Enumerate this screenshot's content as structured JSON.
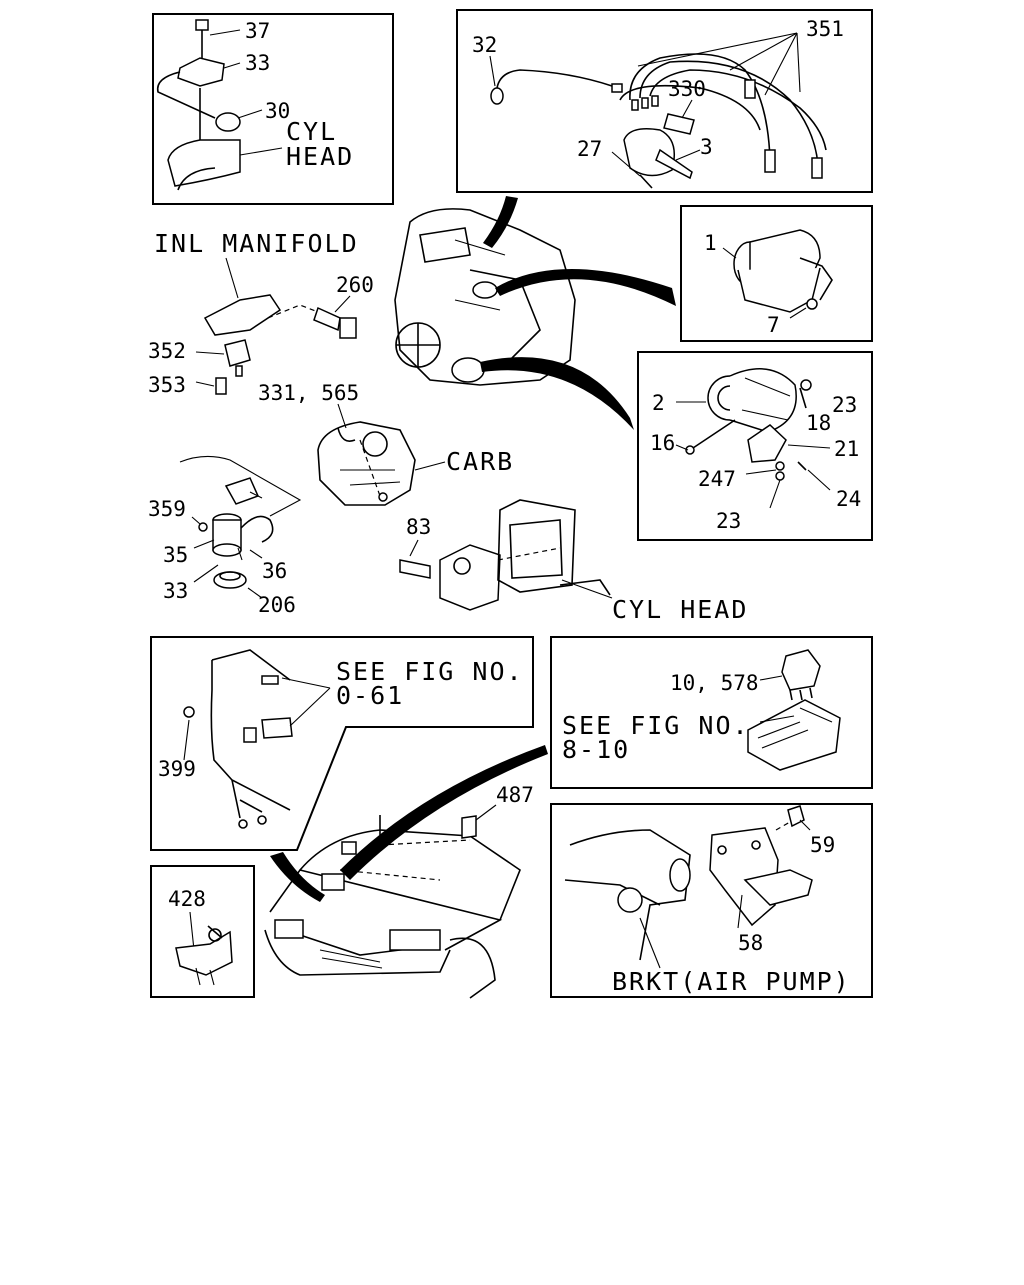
{
  "callouts": {
    "c37": "37",
    "c33a": "33",
    "c30": "30",
    "c32": "32",
    "c351": "351",
    "c330": "330",
    "c27": "27",
    "c3": "3",
    "c1": "1",
    "c7": "7",
    "c260": "260",
    "c352": "352",
    "c353": "353",
    "c331_565": "331, 565",
    "c2": "2",
    "c23a": "23",
    "c18": "18",
    "c16": "16",
    "c21": "21",
    "c247": "247",
    "c24": "24",
    "c23b": "23",
    "c359": "359",
    "c35": "35",
    "c36": "36",
    "c33b": "33",
    "c206": "206",
    "c83": "83",
    "c399": "399",
    "c10_578": "10, 578",
    "c487": "487",
    "c428": "428",
    "c59": "59",
    "c58": "58"
  },
  "labels": {
    "cyl": "CYL",
    "head": "HEAD",
    "inl_manifold": "INL MANIFOLD",
    "carb": "CARB",
    "cyl_head": "CYL HEAD",
    "see_fig_a_1": "SEE FIG NO.",
    "see_fig_a_2": "0-61",
    "see_fig_b_1": "SEE FIG NO.",
    "see_fig_b_2": "8-10",
    "brkt_air_pump": "BRKT(AIR PUMP)"
  }
}
